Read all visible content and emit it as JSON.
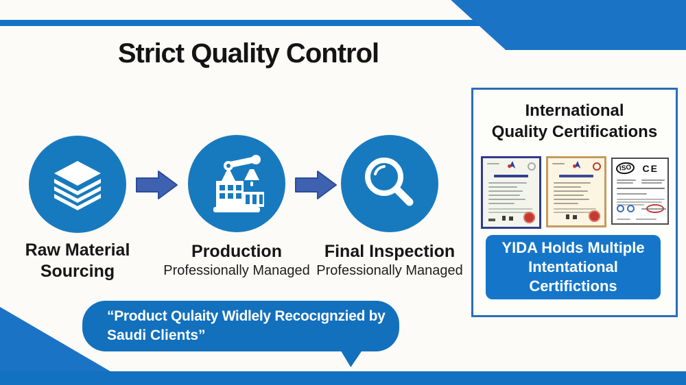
{
  "slide": {
    "title": "Strict Quality Control"
  },
  "process": {
    "steps": [
      {
        "icon": "layers-icon",
        "title": "Raw Material",
        "title_line2": "Sourcing",
        "subtitle": ""
      },
      {
        "icon": "factory-crane-icon",
        "title": "Production",
        "subtitle": "Professionally Managed"
      },
      {
        "icon": "magnifier-icon",
        "title": "Final Inspection",
        "subtitle": "Professionally Managed"
      }
    ]
  },
  "panel": {
    "title_line1": "International",
    "title_line2": "Quality Certifications",
    "certificates": [
      {
        "name": "blue-frame-certificate"
      },
      {
        "name": "gold-frame-certificate"
      },
      {
        "name": "iso-ce-certificate",
        "iso": "ISO",
        "ce": "CE"
      }
    ],
    "badge_line1": "YIDA Holds Multiple",
    "badge_line2": "Intentational",
    "badge_line3": "Certifictions"
  },
  "quote": {
    "line1": "“Product Qulaity Widlely Recocıgnzied by",
    "line2": "Saudi Clients”"
  },
  "colors": {
    "accent_blue": "#1473c5",
    "circle_blue": "#187abe",
    "arrow_blue": "#3f62b0",
    "bubble_blue": "#1270bd",
    "badge_blue": "#1576c9",
    "panel_border": "#2a6db8",
    "bottom_band": "#1271c0"
  }
}
